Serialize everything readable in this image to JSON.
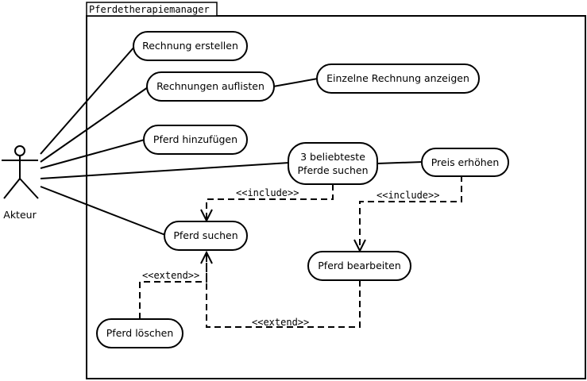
{
  "system": {
    "title": "Pferdetherapiemanager"
  },
  "actor": {
    "name": "Akteur"
  },
  "use_cases": {
    "rechnung_erstellen": "Rechnung erstellen",
    "rechnungen_auflisten": "Rechnungen auflisten",
    "einzelne_rechnung": "Einzelne Rechnung anzeigen",
    "pferd_hinzufuegen": "Pferd hinzufügen",
    "beliebteste_line1": "3 beliebteste",
    "beliebteste_line2": "Pferde suchen",
    "preis_erhoehen": "Preis erhöhen",
    "pferd_suchen": "Pferd suchen",
    "pferd_bearbeiten": "Pferd bearbeiten",
    "pferd_loeschen": "Pferd löschen"
  },
  "relations": {
    "include_1": "<<include>>",
    "include_2": "<<include>>",
    "extend_1": "<<extend>>",
    "extend_2": "<<extend>>"
  }
}
